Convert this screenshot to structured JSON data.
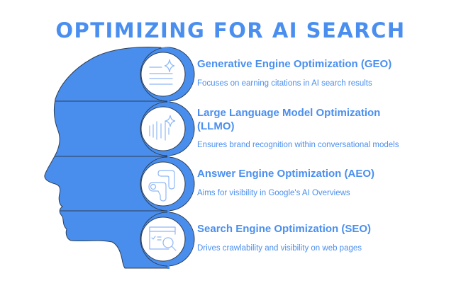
{
  "title": "OPTIMIZING FOR AI SEARCH",
  "colors": {
    "accent": "#4a8fef",
    "head_fill": "#4a8eed",
    "outline": "#2c3e55",
    "icon_stroke": "#8fb8f5",
    "background": "#ffffff"
  },
  "items": [
    {
      "heading": "Generative Engine Optimization (GEO)",
      "description": "Focuses on earning citations in AI search results",
      "icon": "document-sparkle-icon"
    },
    {
      "heading": "Large Language Model Optimization (LLMO)",
      "heading_line1": "Large Language Model Optimization",
      "heading_line2": "(LLMO)",
      "description": "Ensures brand recognition within conversational models",
      "icon": "waveform-sparkle-icon"
    },
    {
      "heading": "Answer Engine Optimization (AEO)",
      "description": "Aims for visibility in Google's AI Overviews",
      "icon": "ai-overview-icon"
    },
    {
      "heading": "Search Engine Optimization (SEO)",
      "description": "Drives crawlability and visibility on web pages",
      "icon": "webpage-search-icon"
    }
  ]
}
